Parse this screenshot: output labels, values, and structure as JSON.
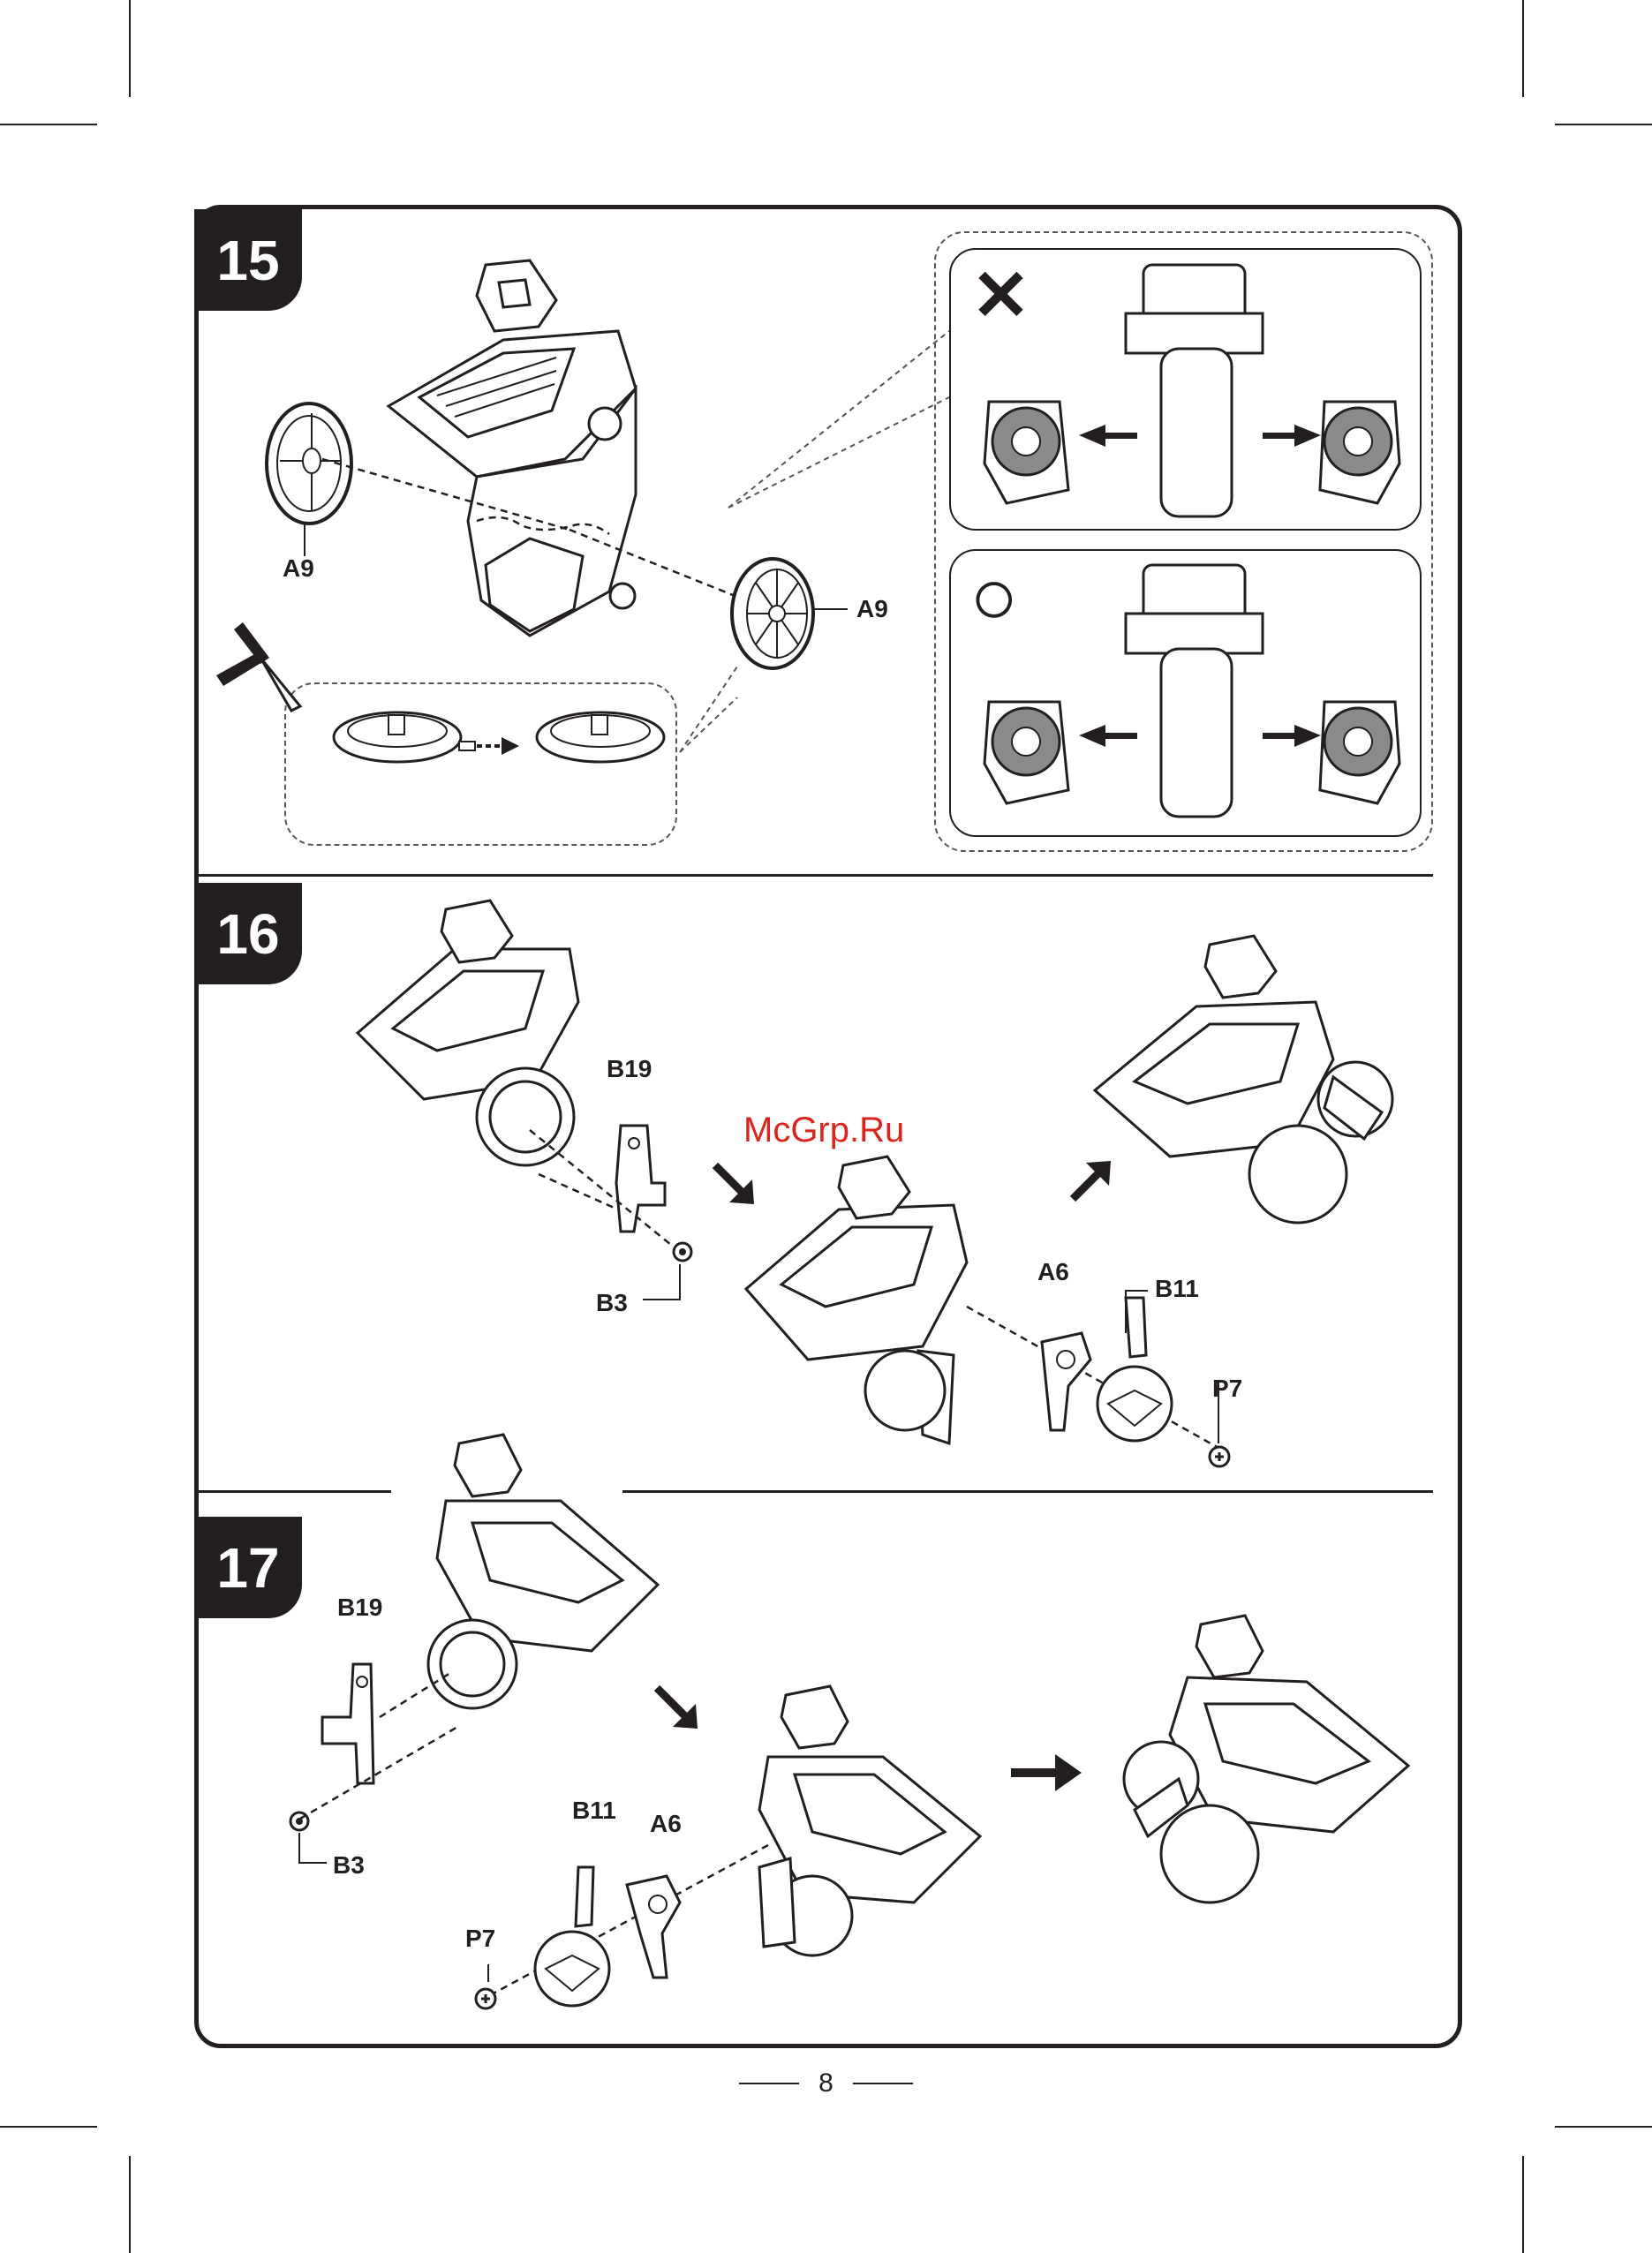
{
  "steps": [
    {
      "number": "15"
    },
    {
      "number": "16"
    },
    {
      "number": "17"
    }
  ],
  "step15": {
    "labels": {
      "wheel_left": "A9",
      "wheel_right": "A9"
    },
    "wrong_mark": "✕",
    "right_mark": "○"
  },
  "step16": {
    "labels": {
      "bracket": "B19",
      "screw_small": "B3",
      "cam": "A6",
      "arm": "B11",
      "screw": "P7"
    }
  },
  "step17": {
    "labels": {
      "bracket": "B19",
      "screw_small": "B3",
      "arm": "B11",
      "cam": "A6",
      "screw": "P7"
    }
  },
  "watermark": "McGrp.Ru",
  "page_number": "8",
  "colors": {
    "ink": "#231f20",
    "watermark": "#d9251d",
    "wheel_gray": "#8a8a8a"
  }
}
